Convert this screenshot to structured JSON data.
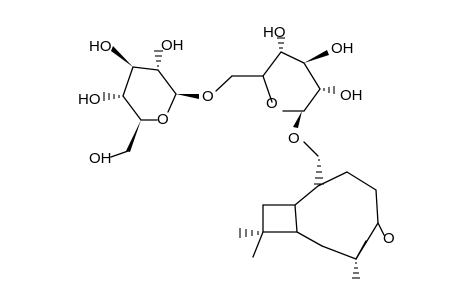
{
  "diagram": {
    "type": "chemical-structure",
    "atom_labels": {
      "gal_oh3": "HO",
      "gal_oh2": "OH",
      "gal_oh4": "HO",
      "gal_ring_o": "O",
      "gal_ch2oh": "OH",
      "glycosidic_o1": "O",
      "glc_oh4": "HO",
      "glc_oh3": "OH",
      "glc_oh2": "OH",
      "glc_ring_o": "O",
      "glycosidic_o2": "O",
      "epoxide_o": "O"
    },
    "colors": {
      "ink": "#000000",
      "background": "#ffffff"
    }
  }
}
